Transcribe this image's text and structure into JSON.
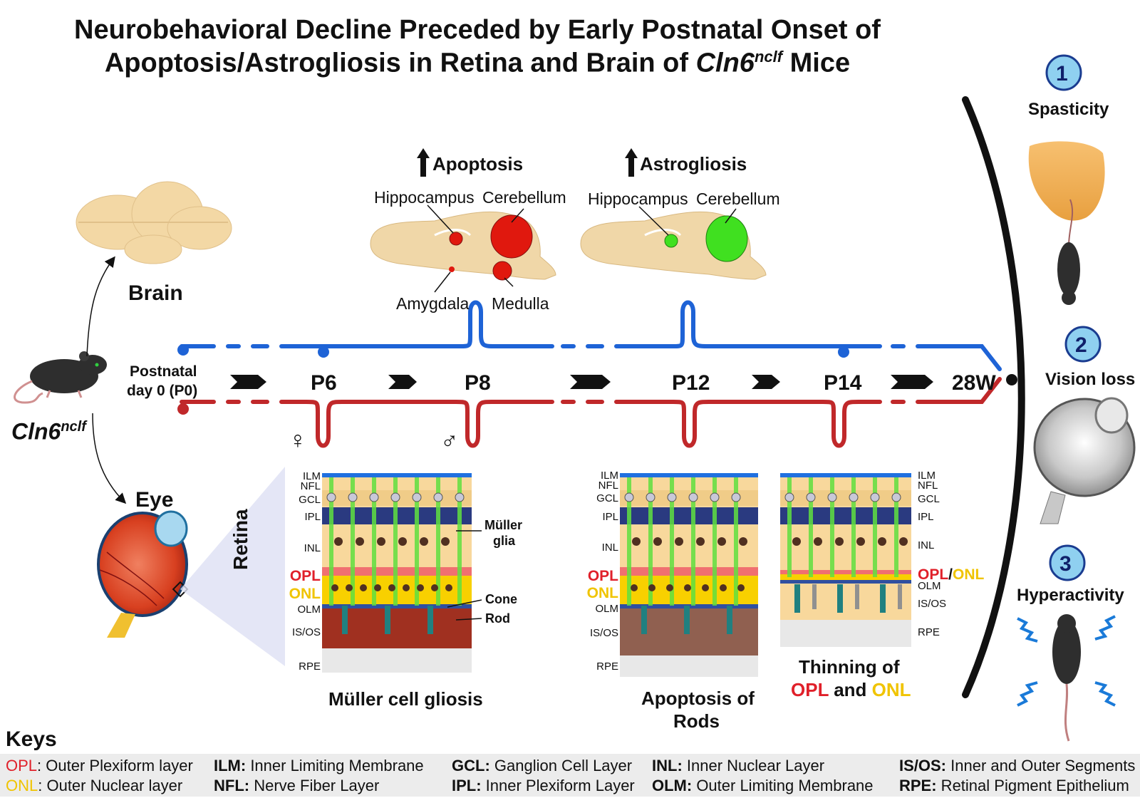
{
  "title": {
    "line1": "Neurobehavioral Decline Preceded by Early Postnatal Onset of",
    "line2_pre": "Apoptosis/Astrogliosis in Retina and Brain of ",
    "gene": "Cln6",
    "gene_sup": "nclf",
    "line2_post": " Mice"
  },
  "left": {
    "mouse_label": "Cln6",
    "mouse_sup": "nclf",
    "brain": "Brain",
    "eye": "Eye",
    "retina": "Retina"
  },
  "timeline": {
    "start_line1": "Postnatal",
    "start_line2": "day 0 (P0)",
    "points": [
      "P6",
      "P8",
      "P12",
      "P14",
      "28W"
    ],
    "female": "♀",
    "male": "♂"
  },
  "apoptosis": {
    "heading": "Apoptosis",
    "hippocampus": "Hippocampus",
    "cerebellum": "Cerebellum",
    "amygdala": "Amygdala",
    "medulla": "Medulla"
  },
  "astrogliosis": {
    "heading": "Astrogliosis",
    "hippocampus": "Hippocampus",
    "cerebellum": "Cerebellum"
  },
  "retina1": {
    "layers_left": [
      "ILM",
      "NFL",
      "GCL",
      "IPL",
      "INL",
      "OPL",
      "ONL",
      "OLM",
      "IS/OS",
      "RPE"
    ],
    "muller_line1": "Müller",
    "muller_line2": "glia",
    "cone": "Cone",
    "rod": "Rod",
    "caption": "Müller cell gliosis"
  },
  "retina2": {
    "layers_left": [
      "ILM",
      "NFL",
      "GCL",
      "IPL",
      "INL",
      "OPL",
      "ONL",
      "OLM",
      "IS/OS",
      "RPE"
    ],
    "caption_line1": "Apoptosis of",
    "caption_line2": "Rods"
  },
  "retina3": {
    "layers_right": [
      "ILM",
      "NFL",
      "GCL",
      "IPL",
      "INL",
      "OPL",
      "ONL",
      "OLM",
      "IS/OS",
      "RPE"
    ],
    "caption_line1": "Thinning of",
    "caption_opl": "OPL",
    "caption_and": " and ",
    "caption_onl": "ONL"
  },
  "outcomes": [
    {
      "number": "1",
      "label": "Spasticity"
    },
    {
      "number": "2",
      "label": "Vision loss"
    },
    {
      "number": "3",
      "label": "Hyperactivity"
    }
  ],
  "keys": {
    "heading": "Keys",
    "items": [
      {
        "abbr": "OPL",
        "text": ": Outer Plexiform layer"
      },
      {
        "abbr": "ONL",
        "text": ": Outer Nuclear layer"
      },
      {
        "abbr": "ILM:",
        "text": " Inner Limiting Membrane"
      },
      {
        "abbr": "NFL:",
        "text": " Nerve Fiber Layer"
      },
      {
        "abbr": "GCL:",
        "text": " Ganglion Cell Layer"
      },
      {
        "abbr": "IPL:",
        "text": " Inner Plexiform Layer"
      },
      {
        "abbr": "INL:",
        "text": " Inner Nuclear Layer"
      },
      {
        "abbr": "OLM:",
        "text": " Outer Limiting Membrane"
      },
      {
        "abbr": "IS/OS:",
        "text": " Inner and Outer Segments"
      },
      {
        "abbr": "RPE:",
        "text": " Retinal Pigment Epithelium"
      }
    ]
  },
  "colors": {
    "blue_line": "#1e63d6",
    "red_line": "#c0282a",
    "apoptosis": "#e0180e",
    "astrogliosis": "#40e020",
    "brain_tan": "#f0d7a8",
    "badge_fill": "#8fd0f0"
  }
}
